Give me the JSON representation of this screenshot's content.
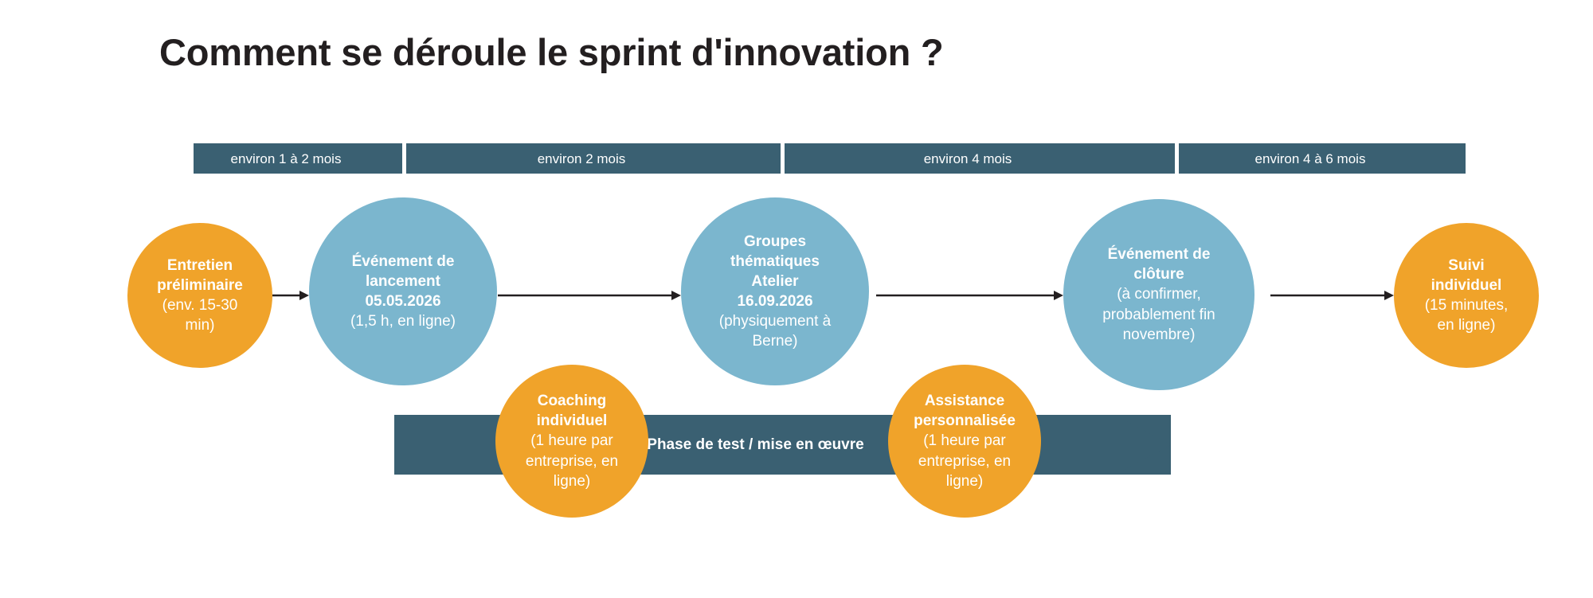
{
  "page": {
    "title": "Comment se déroule le sprint d'innovation ?",
    "background_color": "#ffffff"
  },
  "colors": {
    "teal_dark": "#3a6072",
    "orange": "#f0a32a",
    "blue_light": "#7bb6ce",
    "text_dark": "#231f20",
    "text_light": "#ffffff",
    "connector": "#231f20"
  },
  "timeline": {
    "segments": [
      {
        "label": "environ 1 à 2 mois"
      },
      {
        "label": "environ 2 mois"
      },
      {
        "label": "environ 4 mois"
      },
      {
        "label": "environ 4 à 6 mois"
      }
    ]
  },
  "milestones": [
    {
      "id": "entretien-preliminaire",
      "color": "orange",
      "bold_lines": [
        "Entretien",
        "préliminaire"
      ],
      "regular_lines": [
        "(env. 15-30",
        "min)"
      ]
    },
    {
      "id": "evenement-de-lancement",
      "color": "blue",
      "bold_lines": [
        "Événement de",
        "lancement",
        "05.05.2026"
      ],
      "regular_lines": [
        "(1,5 h, en ligne)"
      ]
    },
    {
      "id": "groupes-thematiques-atelier",
      "color": "blue",
      "bold_lines": [
        "Groupes",
        "thématiques",
        "Atelier",
        "16.09.2026"
      ],
      "regular_lines": [
        "(physiquement à",
        "Berne)"
      ]
    },
    {
      "id": "evenement-de-cloture",
      "color": "blue",
      "bold_lines": [
        "Événement de",
        "clôture"
      ],
      "regular_lines": [
        "(à confirmer,",
        "probablement fin",
        "novembre)"
      ]
    },
    {
      "id": "suivi-individuel",
      "color": "orange",
      "bold_lines": [
        "Suivi",
        "individuel"
      ],
      "regular_lines": [
        "(15 minutes,",
        "en ligne)"
      ]
    }
  ],
  "implementation": {
    "bar_label": "Phase de test / mise en œuvre",
    "nodes": [
      {
        "id": "coaching-individuel",
        "color": "orange",
        "bold_lines": [
          "Coaching",
          "individuel"
        ],
        "regular_lines": [
          "(1 heure par",
          "entreprise, en",
          "ligne)"
        ]
      },
      {
        "id": "assistance-personnalisee",
        "color": "orange",
        "bold_lines": [
          "Assistance",
          "personnalisée"
        ],
        "regular_lines": [
          "(1 heure par",
          "entreprise, en",
          "ligne)"
        ]
      }
    ]
  }
}
